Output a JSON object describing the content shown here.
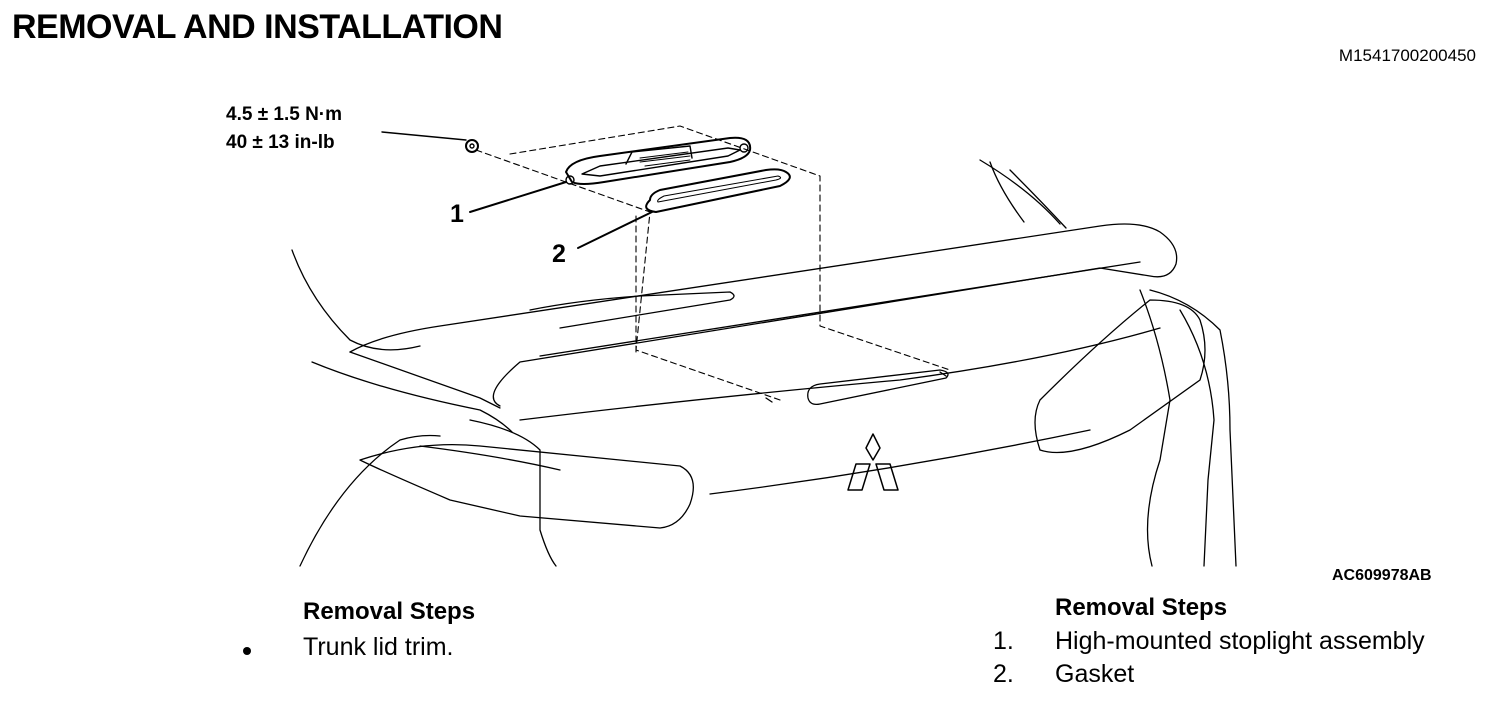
{
  "header": {
    "title": "REMOVAL AND INSTALLATION",
    "doc_id": "M1541700200450"
  },
  "figure": {
    "torque_line1": "4.5 ± 1.5 N·m",
    "torque_line2": "40 ± 13 in-lb",
    "callout1": "1",
    "callout2": "2",
    "figure_id": "AC609978AB",
    "logo": "Mitsubishi three-diamond emblem"
  },
  "left_steps": {
    "heading": "Removal Steps",
    "items": [
      {
        "marker": "•",
        "text": "Trunk lid trim."
      }
    ]
  },
  "right_steps": {
    "heading": "Removal Steps",
    "items": [
      {
        "num": "1.",
        "text": "High-mounted stoplight assembly"
      },
      {
        "num": "2.",
        "text": "Gasket"
      }
    ]
  }
}
